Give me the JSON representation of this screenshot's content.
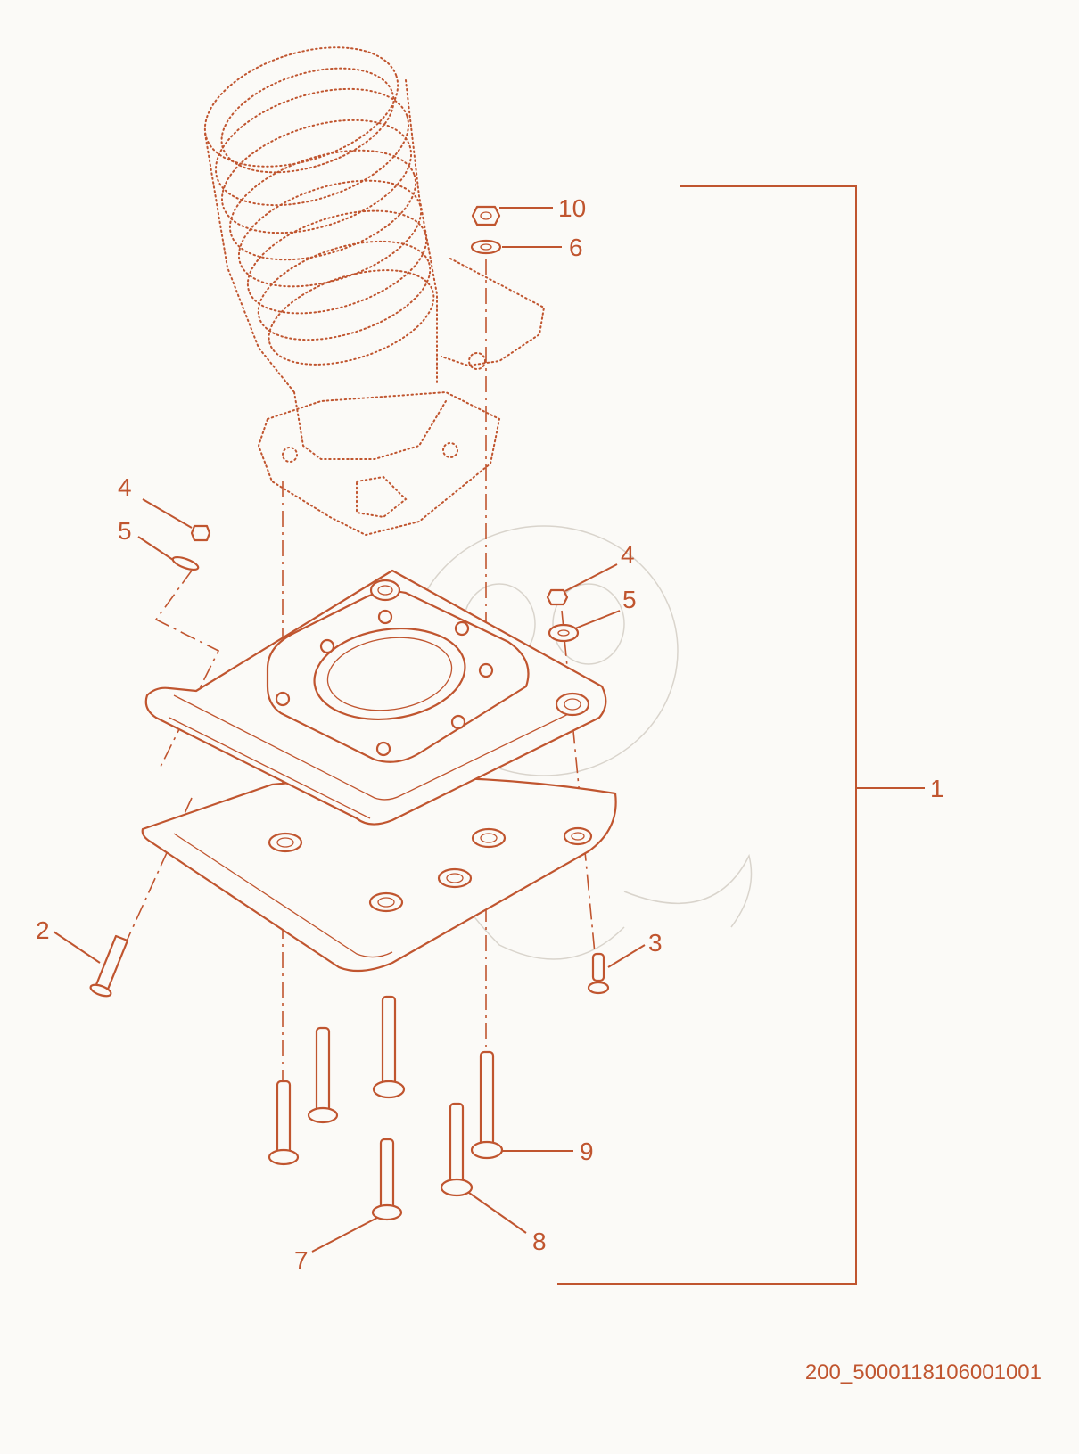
{
  "callouts": {
    "c1": "1",
    "c2": "2",
    "c3": "3",
    "c4a": "4",
    "c4b": "4",
    "c5a": "5",
    "c5b": "5",
    "c6": "6",
    "c7": "7",
    "c8": "8",
    "c9": "9",
    "c10": "10"
  },
  "drawing_code": "200_5000118106001001",
  "colors": {
    "line": "#c0552f",
    "background": "#fbfaf7",
    "watermark": "#d9d4cc"
  }
}
